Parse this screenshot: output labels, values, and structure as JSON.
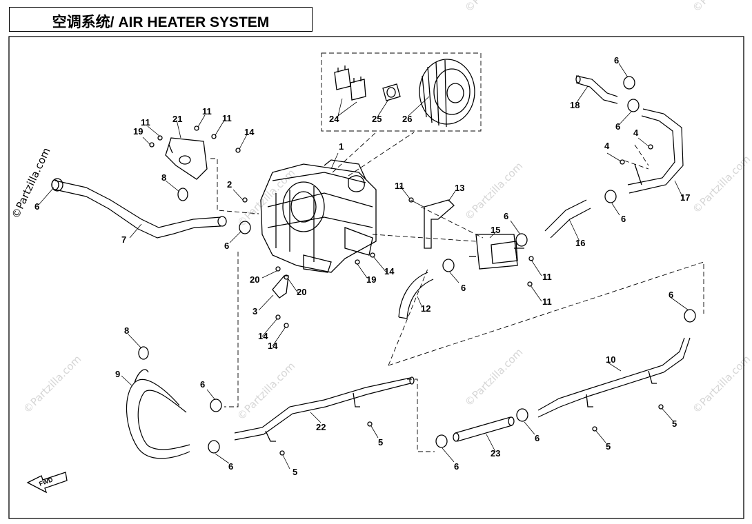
{
  "title": "空调系统/ AIR HEATER SYSTEM",
  "watermark": "©Partzilla.com",
  "watermark_side": "©Partzilla.com",
  "fwd_label": "FWD",
  "callouts": [
    {
      "id": "c1",
      "num": "1"
    },
    {
      "id": "c2",
      "num": "2"
    },
    {
      "id": "c3",
      "num": "3"
    },
    {
      "id": "c4a",
      "num": "4"
    },
    {
      "id": "c4b",
      "num": "4"
    },
    {
      "id": "c5a",
      "num": "5"
    },
    {
      "id": "c5b",
      "num": "5"
    },
    {
      "id": "c5c",
      "num": "5"
    },
    {
      "id": "c5d",
      "num": "5"
    },
    {
      "id": "c6a",
      "num": "6"
    },
    {
      "id": "c6b",
      "num": "6"
    },
    {
      "id": "c6c",
      "num": "6"
    },
    {
      "id": "c6d",
      "num": "6"
    },
    {
      "id": "c6e",
      "num": "6"
    },
    {
      "id": "c6f",
      "num": "6"
    },
    {
      "id": "c6g",
      "num": "6"
    },
    {
      "id": "c6h",
      "num": "6"
    },
    {
      "id": "c6i",
      "num": "6"
    },
    {
      "id": "c6j",
      "num": "6"
    },
    {
      "id": "c6k",
      "num": "6"
    },
    {
      "id": "c6l",
      "num": "6"
    },
    {
      "id": "c7",
      "num": "7"
    },
    {
      "id": "c8a",
      "num": "8"
    },
    {
      "id": "c8b",
      "num": "8"
    },
    {
      "id": "c9",
      "num": "9"
    },
    {
      "id": "c10",
      "num": "10"
    },
    {
      "id": "c11a",
      "num": "11"
    },
    {
      "id": "c11b",
      "num": "11"
    },
    {
      "id": "c11c",
      "num": "11"
    },
    {
      "id": "c11d",
      "num": "11"
    },
    {
      "id": "c11e",
      "num": "11"
    },
    {
      "id": "c11f",
      "num": "11"
    },
    {
      "id": "c12",
      "num": "12"
    },
    {
      "id": "c13",
      "num": "13"
    },
    {
      "id": "c14a",
      "num": "14"
    },
    {
      "id": "c14b",
      "num": "14"
    },
    {
      "id": "c14c",
      "num": "14"
    },
    {
      "id": "c14d",
      "num": "14"
    },
    {
      "id": "c15",
      "num": "15"
    },
    {
      "id": "c16",
      "num": "16"
    },
    {
      "id": "c17",
      "num": "17"
    },
    {
      "id": "c18",
      "num": "18"
    },
    {
      "id": "c19a",
      "num": "19"
    },
    {
      "id": "c19b",
      "num": "19"
    },
    {
      "id": "c20a",
      "num": "20"
    },
    {
      "id": "c20b",
      "num": "20"
    },
    {
      "id": "c21",
      "num": "21"
    },
    {
      "id": "c22",
      "num": "22"
    },
    {
      "id": "c23",
      "num": "23"
    },
    {
      "id": "c24",
      "num": "24"
    },
    {
      "id": "c25",
      "num": "25"
    },
    {
      "id": "c26",
      "num": "26"
    }
  ]
}
